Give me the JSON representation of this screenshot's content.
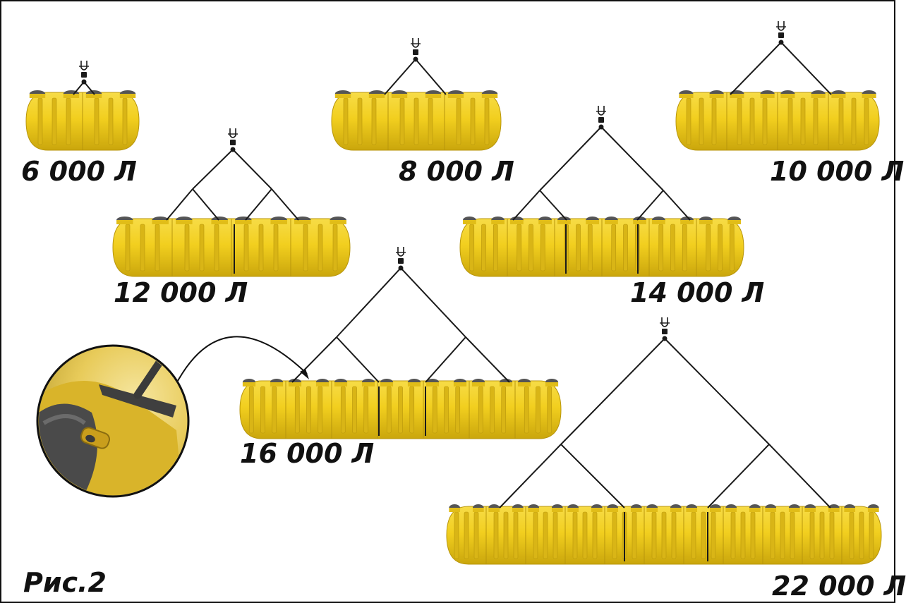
{
  "figure_label": "Рис.2",
  "assemblies": [
    {
      "label": "6 000 Л",
      "tank_count": 1
    },
    {
      "label": "8 000 Л",
      "tank_count": 1
    },
    {
      "label": "10 000 Л",
      "tank_count": 1
    },
    {
      "label": "12 000 Л",
      "tank_count": 2
    },
    {
      "label": "14 000 Л",
      "tank_count": 2
    },
    {
      "label": "16 000 Л",
      "tank_count": 3
    },
    {
      "label": "22 000 Л",
      "tank_count": 4
    }
  ],
  "colors": {
    "tank_body": "#f2cf1f",
    "tank_shade": "#c9a70f",
    "lid": "#555555",
    "rope": "#1a1a1a",
    "border": "#111111"
  },
  "icons": [
    "crane-hook-icon",
    "lifting-sling",
    "lug-detail-callout"
  ]
}
